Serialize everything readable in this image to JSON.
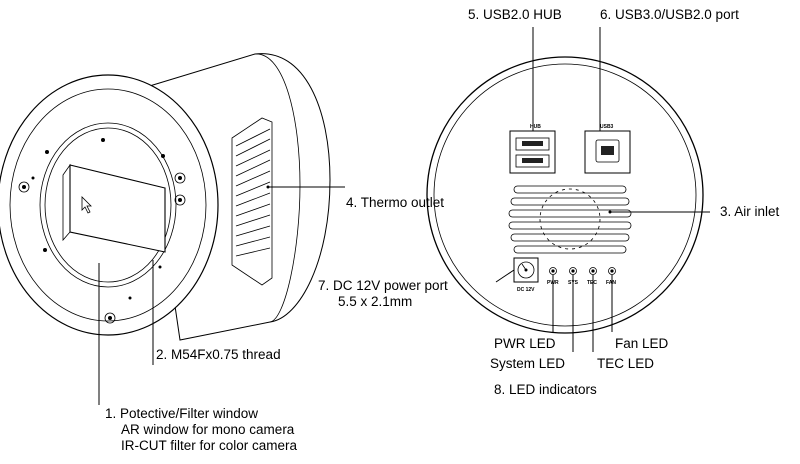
{
  "labels": {
    "l1_line1": "1. Potective/Filter window",
    "l1_line2": "AR window for mono camera",
    "l1_line3": "IR-CUT filter for color camera",
    "l2": "2. M54Fx0.75 thread",
    "l3": "3. Air inlet",
    "l4": "4. Thermo outlet",
    "l5": "5. USB2.0 HUB",
    "l6": "6. USB3.0/USB2.0 port",
    "l7_line1": "7. DC 12V power port",
    "l7_line2": "5.5 x 2.1mm",
    "l8": "8. LED indicators",
    "pwr_led": "PWR LED",
    "system_led": "System LED",
    "tec_led": "TEC LED",
    "fan_led": "Fan LED"
  },
  "panel_text": {
    "hub": "HUB",
    "usb3": "USB3",
    "dc": "DC 12V",
    "pwr": "PWR",
    "sys": "SYS",
    "tec": "TEC",
    "fan": "FAN"
  }
}
